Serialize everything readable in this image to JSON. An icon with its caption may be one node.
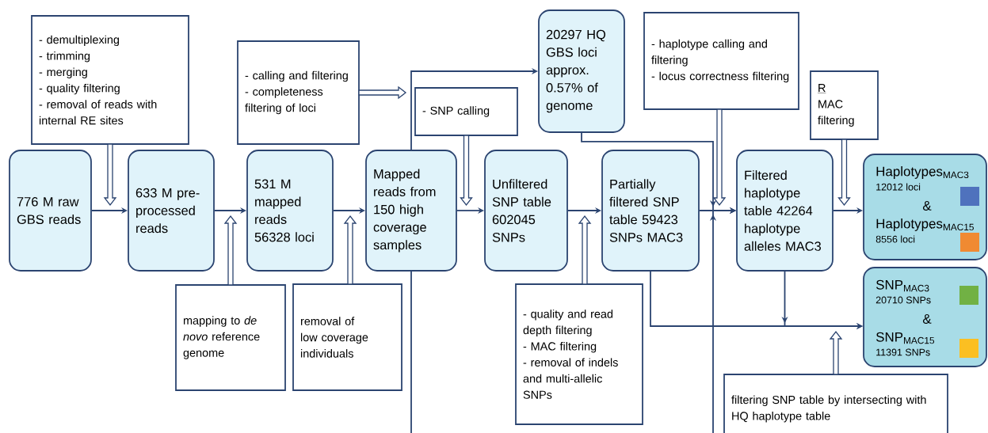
{
  "diagram": {
    "nodes": [
      {
        "text": [
          "776 M raw GBS reads"
        ]
      },
      {
        "text": [
          "633 M pre-processed reads"
        ]
      },
      {
        "text": [
          "531 M mapped reads 56328 loci"
        ]
      },
      {
        "text": [
          "Mapped reads from 150 high coverage samples"
        ]
      },
      {
        "text": [
          "Unfiltered SNP table 602045 SNPs"
        ]
      },
      {
        "text": [
          "Partially filtered SNP table 59423 SNPs MAC3"
        ]
      },
      {
        "text": [
          "Filtered haplotype table 42264 haplotype alleles MAC3"
        ]
      },
      {
        "text": [
          "Haplotypes$_{MAC3}$",
          "12012 loci",
          "&",
          "Haplotypes$_{MAC15}$",
          "8556 loci"
        ]
      },
      {
        "text": [
          "SNP$_{MAC3}$",
          "20710 SNPs",
          "&",
          "SNP$_{MAC15}$",
          "11391 SNPs"
        ]
      },
      {
        "text": [
          "20297 HQ GBS loci approx. 0.57% of genome"
        ]
      },
      {
        "text": [
          "- demultiplexing",
          "- trimming",
          "- merging",
          "- quality filtering",
          "- removal of reads with internal RE sites"
        ]
      },
      {
        "text": [
          "- calling and filtering",
          "- completeness filtering of loci"
        ]
      },
      {
        "text": [
          "mapping to *de novo* reference genome"
        ]
      },
      {
        "text": [
          "removal of low coverage individuals"
        ]
      },
      {
        "text": [
          "- SNP calling"
        ]
      },
      {
        "text": [
          "- quality and read depth filtering",
          "- MAC filtering",
          "- removal of indels and multi-allelic SNPs"
        ]
      },
      {
        "text": [
          "- haplotype calling and filtering",
          "- locus correctness filtering"
        ]
      },
      {
        "text": [
          "R",
          "MAC filtering"
        ]
      },
      {
        "text": [
          "filtering SNP table by intersecting with HQ haplotype table"
        ]
      }
    ],
    "edges": [
      {
        "from": 0,
        "to": 1,
        "arrow": "to"
      },
      {
        "from": 1,
        "to": 2,
        "arrow": "to"
      },
      {
        "from": 2,
        "to": 3,
        "arrow": "to"
      },
      {
        "from": 3,
        "to": 4,
        "arrow": "to"
      },
      {
        "from": 4,
        "to": 5,
        "arrow": "to"
      },
      {
        "from": 5,
        "to": 6,
        "arrow": "to"
      },
      {
        "from": 6,
        "to": 7,
        "arrow": "to"
      },
      {
        "from": 3,
        "to": 9,
        "arrow": "to"
      },
      {
        "from": 9,
        "to": 6,
        "arrow": "to"
      },
      {
        "from": 3,
        "to": 6,
        "arrow": "to"
      },
      {
        "from": 5,
        "to": 8,
        "arrow": "to"
      },
      {
        "from": 6,
        "to": 8,
        "arrow": "to"
      },
      {
        "from": 10,
        "to": null,
        "arrow": "to",
        "style": "thick"
      },
      {
        "from": 11,
        "to": null,
        "arrow": "to",
        "style": "thick"
      },
      {
        "from": 12,
        "to": null,
        "arrow": "to",
        "style": "thick"
      },
      {
        "from": 13,
        "to": null,
        "arrow": "to",
        "style": "thick"
      },
      {
        "from": 14,
        "to": null,
        "arrow": "to",
        "style": "thick"
      },
      {
        "from": 15,
        "to": null,
        "arrow": "to",
        "style": "thick"
      },
      {
        "from": 16,
        "to": null,
        "arrow": "to",
        "style": "thick"
      },
      {
        "from": 17,
        "to": null,
        "arrow": "to",
        "style": "thick"
      },
      {
        "from": 18,
        "to": null,
        "arrow": "to",
        "style": "thick"
      }
    ]
  }
}
